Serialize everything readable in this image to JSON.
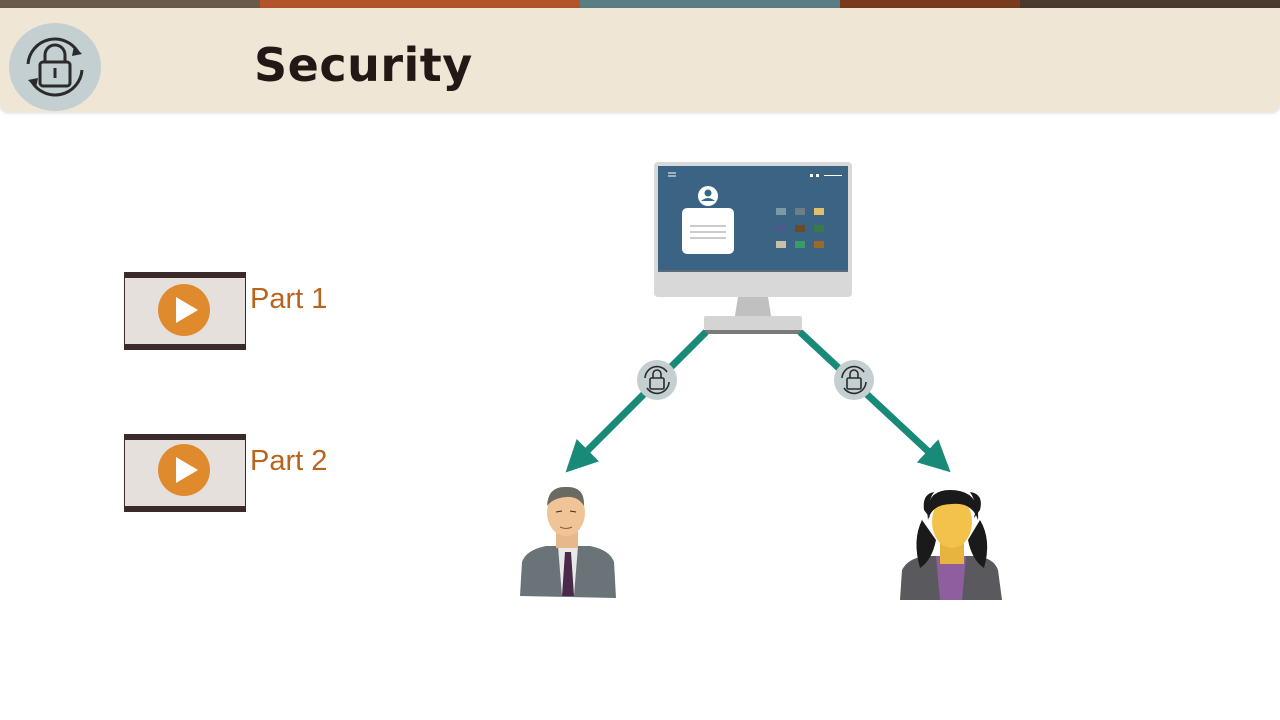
{
  "header": {
    "title": "Security",
    "icon": "lock-cycle-icon"
  },
  "videos": [
    {
      "label": "Part 1",
      "icon": "play-icon"
    },
    {
      "label": "Part 2",
      "icon": "play-icon"
    }
  ],
  "colors": {
    "header_bg": "#f0e6d6",
    "title": "#231815",
    "accent_orange": "#e08a2e",
    "label_orange": "#b8641d",
    "arrow_teal": "#1a8a78",
    "monitor_screen": "#3a6384",
    "lock_badge": "#c3cfd1"
  }
}
